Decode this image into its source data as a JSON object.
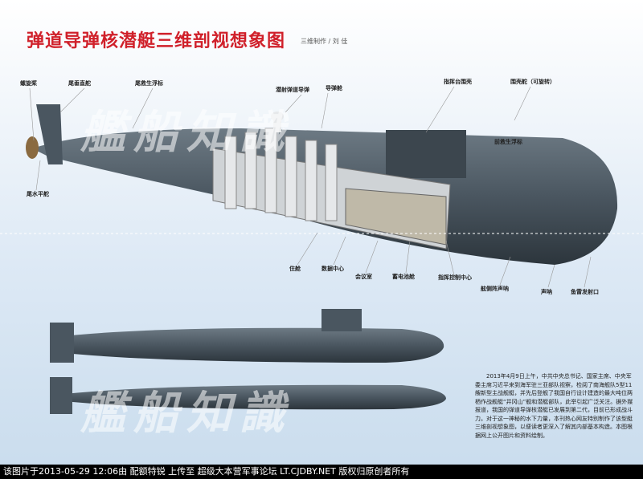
{
  "title": "弹道导弹核潜艇三维剖视想象图",
  "credit": "三维制作 / 刘 佳",
  "watermark": "艦船知識",
  "labels": {
    "propeller": "螺旋桨",
    "rudder": "尾垂直舵",
    "rear_buoy": "尾救生浮标",
    "slbm": "潜射弹道导弹",
    "missile_bay": "导弹舱",
    "sail": "指挥台围壳",
    "sail_planes": "围壳舵（可旋转）",
    "front_buoy": "前救生浮标",
    "stern_planes": "尾水平舵",
    "quarters": "住舱",
    "data_center": "数据中心",
    "meeting_room": "会议室",
    "battery": "蓄电池舱",
    "command_center": "指挥控制中心",
    "flank_sonar": "舷侧阵声呐",
    "sonar": "声呐",
    "torpedo_tubes": "鱼雷发射口"
  },
  "paragraph": "2013年4月9日上午，中共中央总书记、国家主席、中央军委主席习近平来到海军驻三亚部队视察，检阅了南海舰队5型11艘新型主战舰艇，并先后登舰了我国自行设计建造的最大吨位两栖作战舰艇“井冈山”舰和潜艇部队，此举引起广泛关注。据外媒报道，我国的弹道导弹核潜艇已发展到第二代，目前已形成战斗力。对于这一神秘的水下力量，本刊热心网友特别制作了该型艇三维剖视想象图，以便读者更深入了解其内部基本构造。本图根据网上公开图片和资料绘制。",
  "footer": "该图片于2013-05-29 12:06由 配额特锐 上传至 超级大本营军事论坛 LT.CJDBY.NET 版权归原创者所有",
  "colors": {
    "title": "#d0202a",
    "hull": "#4a5660"
  }
}
